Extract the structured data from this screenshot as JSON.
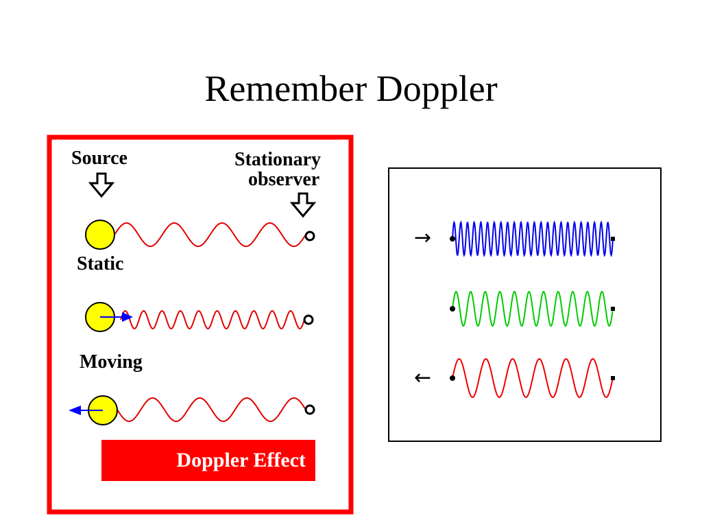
{
  "slide": {
    "title": "Remember Doppler"
  },
  "colors": {
    "frame": "#ff0000",
    "source_fill": "#ffff00",
    "wave_red": "#e00000",
    "arrow_blue": "#0000ff",
    "wave_blue": "#0000ee",
    "wave_green": "#00cc00",
    "wave_red_right": "#ee0000",
    "banner": "#ff0000"
  },
  "left_diagram": {
    "source_label": "Source",
    "observer_label_line1": "Stationary",
    "observer_label_line2": "observer",
    "static_label": "Static",
    "moving_label": "Moving",
    "banner_label": "Doppler Effect",
    "icons": [
      "down-arrow-icon",
      "source-circle-icon",
      "observer-ring-icon",
      "motion-arrow-icon"
    ]
  },
  "right_diagram": {
    "rows": [
      {
        "arrow": "→",
        "cycles": 24,
        "color": "blue"
      },
      {
        "arrow": "",
        "cycles": 11,
        "color": "green"
      },
      {
        "arrow": "←",
        "cycles": 6,
        "color": "red"
      }
    ]
  }
}
